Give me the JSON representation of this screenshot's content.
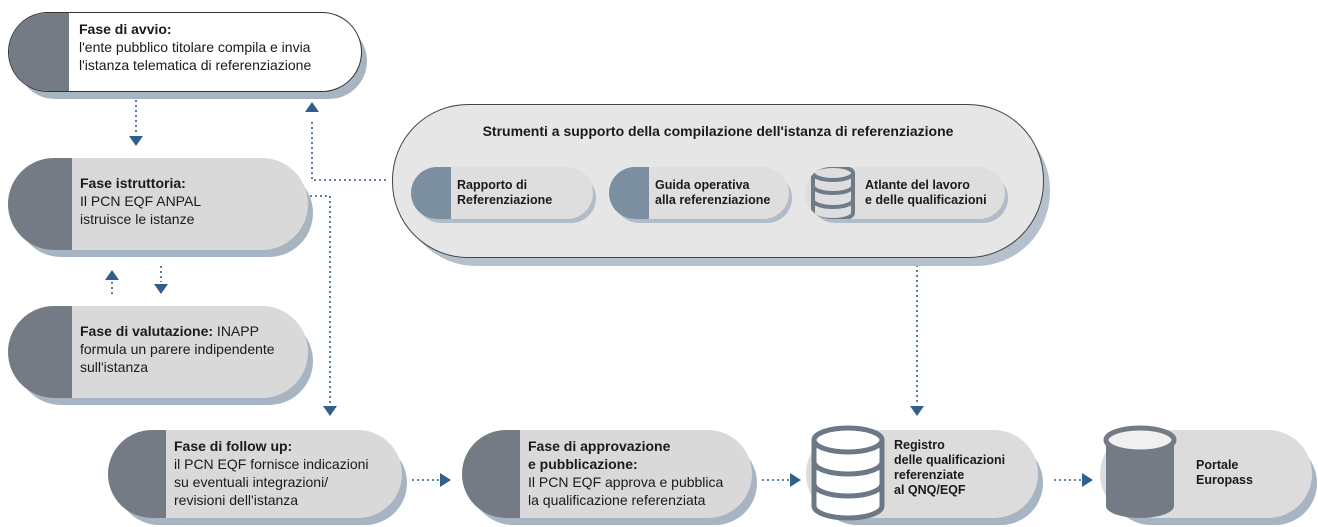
{
  "phases": {
    "avvio": {
      "title": "Fase di avvio:",
      "line1": "l'ente pubblico titolare compila e invia",
      "line2": "l'istanza telematica di referenziazione"
    },
    "istruttoria": {
      "title": "Fase istruttoria:",
      "line1": "Il PCN EQF ANPAL",
      "line2": "istruisce le istanze"
    },
    "valutazione": {
      "title": "Fase di valutazione:",
      "tail": " INAPP",
      "line1": "formula un parere indipendente",
      "line2": "sull'istanza"
    },
    "followup": {
      "title": "Fase di follow up:",
      "line1": "il PCN EQF fornisce indicazioni",
      "line2": "su eventuali integrazioni/",
      "line3": "revisioni dell'istanza"
    },
    "approvazione": {
      "title1": "Fase di approvazione",
      "title2": "e pubblicazione:",
      "line1": "Il PCN EQF approva e pubblica",
      "line2": "la qualificazione referenziata"
    }
  },
  "tools": {
    "title": "Strumenti a supporto della compilazione dell'istanza di referenziazione",
    "rapporto": {
      "line1": "Rapporto di",
      "line2": "Referenziazione"
    },
    "guida": {
      "line1": "Guida operativa",
      "line2": "alla referenziazione"
    },
    "atlante": {
      "line1": "Atlante del lavoro",
      "line2": "e delle qualificazioni",
      "icon": "database-icon"
    }
  },
  "registro": {
    "line1": "Registro",
    "line2": "delle qualificazioni",
    "line3": "referenziate",
    "line4": "al QNQ/EQF",
    "icon": "database-icon"
  },
  "portale": {
    "line1": "Portale",
    "line2": "Europass",
    "icon": "database-icon"
  },
  "colors": {
    "cap": "#757b85",
    "arrow": "#2f5f8a",
    "pill": "#d9d9d9",
    "shadow": "#a7b4c2"
  }
}
